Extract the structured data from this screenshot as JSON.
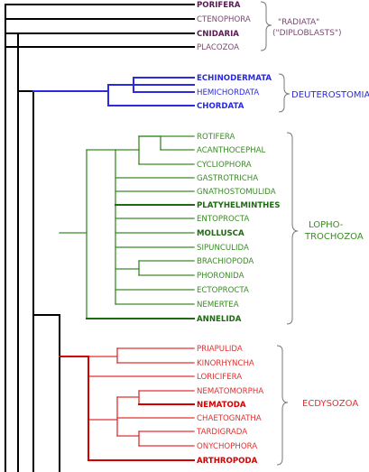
{
  "colors": {
    "background": "#ffffff",
    "root": "#000000",
    "radiata_text": "#7a4a72",
    "radiata_major": "#5a1a55",
    "deuterostomia": "#2a2ae0",
    "lophotrochozoa": "#3a8a26",
    "lophotrochozoa_major": "#1e6a12",
    "ecdysozoa": "#e03030",
    "ecdysozoa_major": "#d40000",
    "bracket": "#777777"
  },
  "taxa": {
    "porifera": "PORIFERA",
    "ctenophora": "CTENOPHORA",
    "cnidaria": "CNIDARIA",
    "placozoa": "PLACOZOA",
    "echinodermata": "ECHINODERMATA",
    "hemichordata": "HEMICHORDATA",
    "chordata": "CHORDATA",
    "rotifera": "ROTIFERA",
    "acanthocephal": "ACANTHOCEPHAL",
    "cycliophora": "CYCLIOPHORA",
    "gastrotricha": "GASTROTRICHA",
    "gnathostomulida": "GNATHOSTOMULIDA",
    "platyhelminthes": "PLATYHELMINTHES",
    "entoprocta": "ENTOPROCTA",
    "mollusca": "MOLLUSCA",
    "sipunculida": "SIPUNCULIDA",
    "brachiopoda": "BRACHIOPODA",
    "phoronida": "PHORONIDA",
    "ectoprocta": "ECTOPROCTA",
    "nemertea": "NEMERTEA",
    "annelida": "ANNELIDA",
    "priapulida": "PRIAPULIDA",
    "kinorhyncha": "KINORHYNCHA",
    "loricifera": "LORICIFERA",
    "nematomorpha": "NEMATOMORPHA",
    "nematoda": "NEMATODA",
    "chaetognatha": "CHAETOGNATHA",
    "tardigrada": "TARDIGRADA",
    "onychophora": "ONYCHOPHORA",
    "arthropoda": "ARTHROPODA"
  },
  "groups": {
    "radiata_line1": "\"RADIATA\"",
    "radiata_line2": "(\"DIPLOBLASTS\")",
    "deuterostomia": "DEUTEROSTOMIA",
    "lopho_line1": "LOPHO-",
    "lopho_line2": "TROCHOZOA",
    "ecdysozoa": "ECDYSOZOA"
  }
}
